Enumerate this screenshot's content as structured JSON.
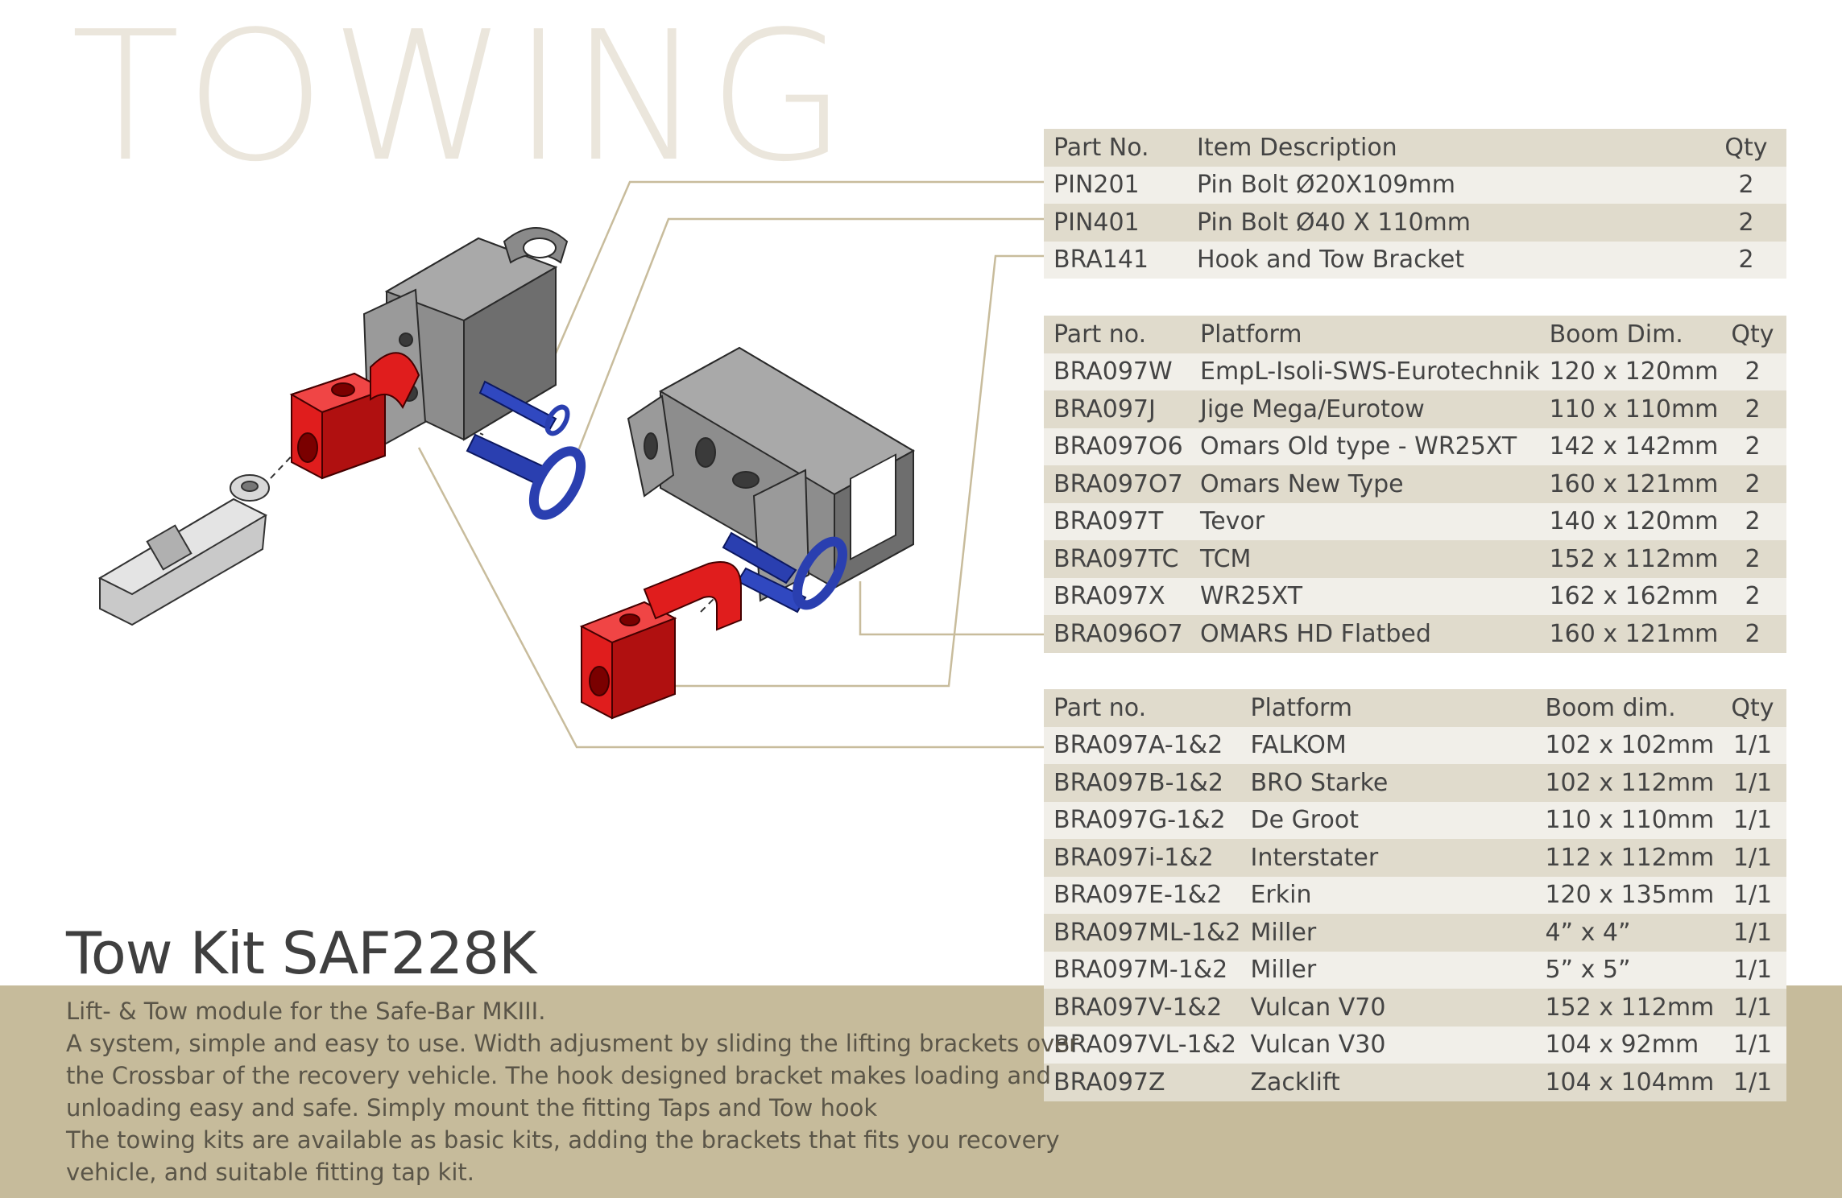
{
  "header": {
    "title": "TOWING"
  },
  "kit": {
    "title": "Tow Kit SAF228K",
    "description_lines": [
      "Lift- & Tow module for the Safe-Bar MKIII.",
      "A system, simple and easy to use. Width adjusment by sliding the lifting brackets over",
      "the Crossbar of the recovery vehicle. The hook designed bracket makes loading and",
      "unloading easy and safe. Simply mount the fitting Taps and Tow hook",
      "The towing kits are available as basic kits, adding the brackets that fits you recovery",
      "vehicle, and suitable fitting tap kit."
    ]
  },
  "table_parts": {
    "headers": [
      "Part No.",
      "Item Description",
      "Qty"
    ],
    "rows": [
      [
        "PIN201",
        "Pin Bolt Ø20X109mm",
        "2"
      ],
      [
        "PIN401",
        "Pin Bolt Ø40 X 110mm",
        "2"
      ],
      [
        "BRA141",
        "Hook and Tow Bracket",
        "2"
      ]
    ]
  },
  "table_platforms_a": {
    "headers": [
      "Part no.",
      "Platform",
      "Boom Dim.",
      "Qty"
    ],
    "rows": [
      [
        "BRA097W",
        "EmpL-Isoli-SWS-Eurotechnik",
        "120 x 120mm",
        "2"
      ],
      [
        "BRA097J",
        "Jige Mega/Eurotow",
        "110 x 110mm",
        "2"
      ],
      [
        "BRA097O6",
        "Omars Old type - WR25XT",
        "142 x 142mm",
        "2"
      ],
      [
        "BRA097O7",
        "Omars New Type",
        "160 x 121mm",
        "2"
      ],
      [
        "BRA097T",
        "Tevor",
        "140 x 120mm",
        "2"
      ],
      [
        "BRA097TC",
        "TCM",
        "152 x 112mm",
        "2"
      ],
      [
        "BRA097X",
        "WR25XT",
        "162 x 162mm",
        "2"
      ],
      [
        "BRA096O7",
        "OMARS HD Flatbed",
        "160 x 121mm",
        "2"
      ]
    ]
  },
  "table_platforms_b": {
    "headers": [
      "Part no.",
      "Platform",
      "Boom dim.",
      "Qty"
    ],
    "rows": [
      [
        "BRA097A-1&2",
        "FALKOM",
        "102 x 102mm",
        "1/1"
      ],
      [
        "BRA097B-1&2",
        "BRO Starke",
        "102 x 112mm",
        "1/1"
      ],
      [
        "BRA097G-1&2",
        "De Groot",
        "110 x 110mm",
        "1/1"
      ],
      [
        "BRA097i-1&2",
        "Interstater",
        "112 x 112mm",
        "1/1"
      ],
      [
        "BRA097E-1&2",
        "Erkin",
        "120 x 135mm",
        "1/1"
      ],
      [
        "BRA097ML-1&2",
        "Miller",
        "4” x 4”",
        "1/1"
      ],
      [
        "BRA097M-1&2",
        "Miller",
        "5” x 5”",
        "1/1"
      ],
      [
        "BRA097V-1&2",
        "Vulcan V70",
        "152 x 112mm",
        "1/1"
      ],
      [
        "BRA097VL-1&2",
        "Vulcan V30",
        "104 x 92mm",
        "1/1"
      ],
      [
        "BRA097Z",
        "Zacklift",
        "104 x 104mm",
        "1/1"
      ]
    ]
  },
  "colors": {
    "accent_tan": "#c6bb9b",
    "row_dark": "#e0dbcc",
    "row_light": "#f1efe9",
    "title_faded": "#ebe6dc",
    "part_red": "#e01d1d",
    "part_blue": "#2a3fb0",
    "part_grey": "#8c8c8c"
  }
}
